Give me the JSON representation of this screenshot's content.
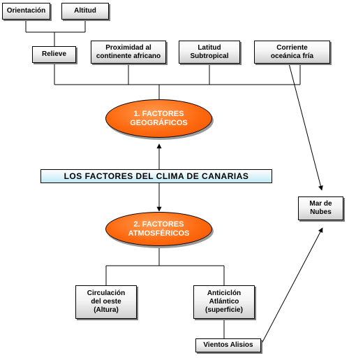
{
  "title": "LOS FACTORES DEL CLIMA DE CANARIAS",
  "nodes": {
    "orientacion": "Orientación",
    "altitud": "Altitud",
    "relieve": "Relieve",
    "proximidad": "Proximidad al\ncontinente africano",
    "latitud": "Latitud\nSubtropical",
    "corriente": "Corriente\noceánica fría",
    "factores_geograficos": "1. FACTORES\nGEOGRÁFICOS",
    "factores_atmosfericos": "2. FACTORES\nATMOSFÉRICOS",
    "circulacion": "Circulación\ndel oeste\n(Altura)",
    "anticiclon": "Anticiclón\nAtlántico\n(superficie)",
    "vientos": "Vientos Alisios",
    "mar_nubes": "Mar de\nNubes"
  },
  "colors": {
    "factor_fill": "#ff6a10",
    "factor_text": "#ffffff",
    "banner_fill": "#bfe9f4",
    "box_fill": "#e8e8e8"
  }
}
